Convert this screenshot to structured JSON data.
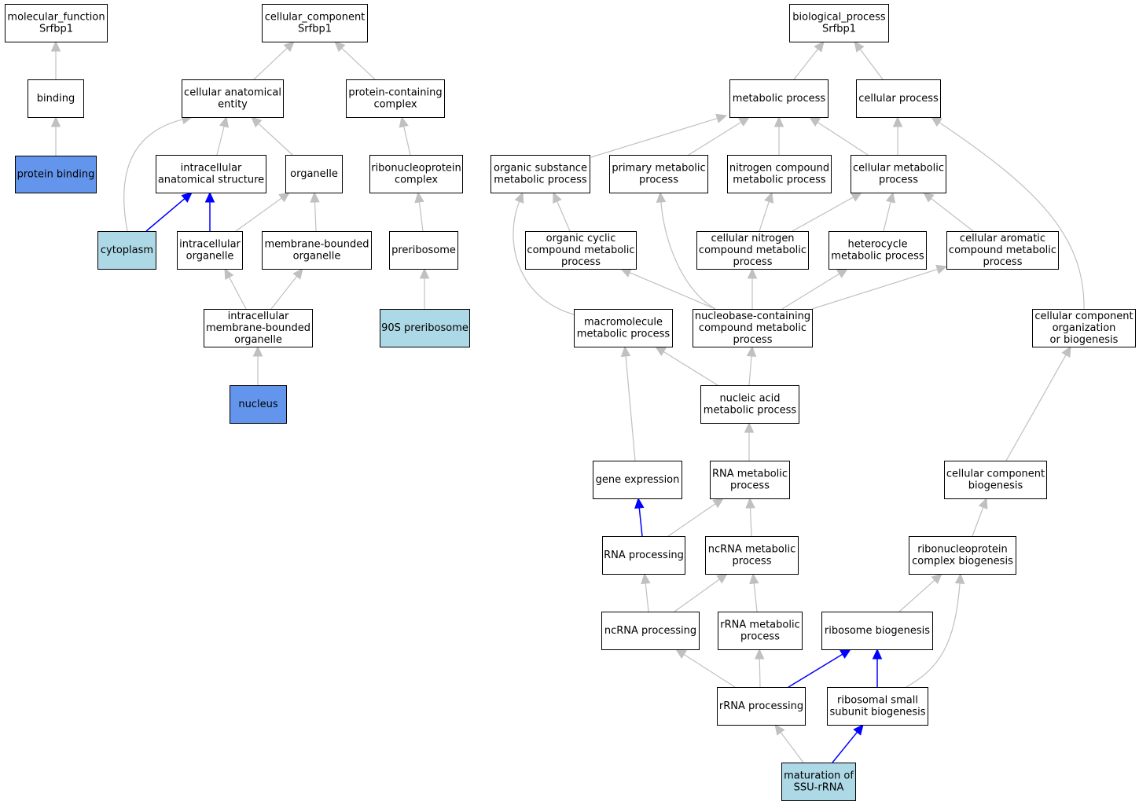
{
  "colors": {
    "edge_default": "#c0c0c0",
    "edge_highlight": "#0000ff",
    "node_default": "#ffffff",
    "node_annotated_light": "#add8e6",
    "node_annotated_dark": "#6495ed",
    "node_border": "#000000"
  },
  "nodes": {
    "mf_root": {
      "lines": [
        "molecular_function",
        "Srfbp1"
      ],
      "fill": "node_default"
    },
    "binding": {
      "lines": [
        "binding"
      ],
      "fill": "node_default"
    },
    "protein_binding": {
      "lines": [
        "protein binding"
      ],
      "fill": "node_annotated_dark"
    },
    "cc_root": {
      "lines": [
        "cellular_component",
        "Srfbp1"
      ],
      "fill": "node_default"
    },
    "cellular_anatomical_entity": {
      "lines": [
        "cellular anatomical",
        "entity"
      ],
      "fill": "node_default"
    },
    "protein_containing_complex": {
      "lines": [
        "protein-containing",
        "complex"
      ],
      "fill": "node_default"
    },
    "intracellular_anatomical_structure": {
      "lines": [
        "intracellular",
        "anatomical structure"
      ],
      "fill": "node_default"
    },
    "organelle": {
      "lines": [
        "organelle"
      ],
      "fill": "node_default"
    },
    "ribonucleoprotein_complex": {
      "lines": [
        "ribonucleoprotein",
        "complex"
      ],
      "fill": "node_default"
    },
    "cytoplasm": {
      "lines": [
        "cytoplasm"
      ],
      "fill": "node_annotated_light"
    },
    "intracellular_organelle": {
      "lines": [
        "intracellular",
        "organelle"
      ],
      "fill": "node_default"
    },
    "membrane_bounded_organelle": {
      "lines": [
        "membrane-bounded",
        "organelle"
      ],
      "fill": "node_default"
    },
    "preribosome": {
      "lines": [
        "preribosome"
      ],
      "fill": "node_default"
    },
    "intracellular_membrane_bounded_organelle": {
      "lines": [
        "intracellular",
        "membrane-bounded",
        "organelle"
      ],
      "fill": "node_default"
    },
    "preribosome_90s": {
      "lines": [
        "90S preribosome"
      ],
      "fill": "node_annotated_light"
    },
    "nucleus": {
      "lines": [
        "nucleus"
      ],
      "fill": "node_annotated_dark"
    },
    "bp_root": {
      "lines": [
        "biological_process",
        "Srfbp1"
      ],
      "fill": "node_default"
    },
    "metabolic_process": {
      "lines": [
        "metabolic process"
      ],
      "fill": "node_default"
    },
    "cellular_process": {
      "lines": [
        "cellular process"
      ],
      "fill": "node_default"
    },
    "organic_substance_metabolic_process": {
      "lines": [
        "organic substance",
        "metabolic process"
      ],
      "fill": "node_default"
    },
    "primary_metabolic_process": {
      "lines": [
        "primary metabolic",
        "process"
      ],
      "fill": "node_default"
    },
    "nitrogen_compound_metabolic_process": {
      "lines": [
        "nitrogen compound",
        "metabolic process"
      ],
      "fill": "node_default"
    },
    "cellular_metabolic_process": {
      "lines": [
        "cellular metabolic",
        "process"
      ],
      "fill": "node_default"
    },
    "organic_cyclic_compound_metabolic_process": {
      "lines": [
        "organic cyclic",
        "compound metabolic",
        "process"
      ],
      "fill": "node_default"
    },
    "cellular_nitrogen_compound_metabolic_process": {
      "lines": [
        "cellular nitrogen",
        "compound metabolic",
        "process"
      ],
      "fill": "node_default"
    },
    "heterocycle_metabolic_process": {
      "lines": [
        "heterocycle",
        "metabolic process"
      ],
      "fill": "node_default"
    },
    "cellular_aromatic_compound_metabolic_process": {
      "lines": [
        "cellular aromatic",
        "compound metabolic",
        "process"
      ],
      "fill": "node_default"
    },
    "macromolecule_metabolic_process": {
      "lines": [
        "macromolecule",
        "metabolic process"
      ],
      "fill": "node_default"
    },
    "nucleobase_containing_compound_metabolic_process": {
      "lines": [
        "nucleobase-containing",
        "compound metabolic",
        "process"
      ],
      "fill": "node_default"
    },
    "cellular_component_organization_or_biogenesis": {
      "lines": [
        "cellular component",
        "organization",
        "or biogenesis"
      ],
      "fill": "node_default"
    },
    "nucleic_acid_metabolic_process": {
      "lines": [
        "nucleic acid",
        "metabolic process"
      ],
      "fill": "node_default"
    },
    "gene_expression": {
      "lines": [
        "gene expression"
      ],
      "fill": "node_default"
    },
    "rna_metabolic_process": {
      "lines": [
        "RNA metabolic",
        "process"
      ],
      "fill": "node_default"
    },
    "cellular_component_biogenesis": {
      "lines": [
        "cellular component",
        "biogenesis"
      ],
      "fill": "node_default"
    },
    "rna_processing": {
      "lines": [
        "RNA processing"
      ],
      "fill": "node_default"
    },
    "ncrna_metabolic_process": {
      "lines": [
        "ncRNA metabolic",
        "process"
      ],
      "fill": "node_default"
    },
    "ribonucleoprotein_complex_biogenesis": {
      "lines": [
        "ribonucleoprotein",
        "complex biogenesis"
      ],
      "fill": "node_default"
    },
    "ncrna_processing": {
      "lines": [
        "ncRNA processing"
      ],
      "fill": "node_default"
    },
    "rrna_metabolic_process": {
      "lines": [
        "rRNA metabolic",
        "process"
      ],
      "fill": "node_default"
    },
    "ribosome_biogenesis": {
      "lines": [
        "ribosome biogenesis"
      ],
      "fill": "node_default"
    },
    "rrna_processing": {
      "lines": [
        "rRNA processing"
      ],
      "fill": "node_default"
    },
    "ribosomal_small_subunit_biogenesis": {
      "lines": [
        "ribosomal small",
        "subunit biogenesis"
      ],
      "fill": "node_default"
    },
    "maturation_of_ssu_rrna": {
      "lines": [
        "maturation of",
        "SSU-rRNA"
      ],
      "fill": "node_annotated_light"
    }
  },
  "edges": [
    {
      "from": "binding",
      "to": "mf_root",
      "color": "edge_default"
    },
    {
      "from": "protein_binding",
      "to": "binding",
      "color": "edge_default"
    },
    {
      "from": "cellular_anatomical_entity",
      "to": "cc_root",
      "color": "edge_default"
    },
    {
      "from": "protein_containing_complex",
      "to": "cc_root",
      "color": "edge_default"
    },
    {
      "from": "intracellular_anatomical_structure",
      "to": "cellular_anatomical_entity",
      "color": "edge_default"
    },
    {
      "from": "organelle",
      "to": "cellular_anatomical_entity",
      "color": "edge_default"
    },
    {
      "from": "cytoplasm",
      "to": "cellular_anatomical_entity",
      "color": "edge_default"
    },
    {
      "from": "ribonucleoprotein_complex",
      "to": "protein_containing_complex",
      "color": "edge_default"
    },
    {
      "from": "cytoplasm",
      "to": "intracellular_anatomical_structure",
      "color": "edge_highlight"
    },
    {
      "from": "intracellular_organelle",
      "to": "intracellular_anatomical_structure",
      "color": "edge_highlight"
    },
    {
      "from": "intracellular_organelle",
      "to": "organelle",
      "color": "edge_default"
    },
    {
      "from": "membrane_bounded_organelle",
      "to": "organelle",
      "color": "edge_default"
    },
    {
      "from": "preribosome",
      "to": "ribonucleoprotein_complex",
      "color": "edge_default"
    },
    {
      "from": "intracellular_membrane_bounded_organelle",
      "to": "intracellular_organelle",
      "color": "edge_default"
    },
    {
      "from": "intracellular_membrane_bounded_organelle",
      "to": "membrane_bounded_organelle",
      "color": "edge_default"
    },
    {
      "from": "preribosome_90s",
      "to": "preribosome",
      "color": "edge_default"
    },
    {
      "from": "nucleus",
      "to": "intracellular_membrane_bounded_organelle",
      "color": "edge_default"
    },
    {
      "from": "metabolic_process",
      "to": "bp_root",
      "color": "edge_default"
    },
    {
      "from": "cellular_process",
      "to": "bp_root",
      "color": "edge_default"
    },
    {
      "from": "organic_substance_metabolic_process",
      "to": "metabolic_process",
      "color": "edge_default"
    },
    {
      "from": "primary_metabolic_process",
      "to": "metabolic_process",
      "color": "edge_default"
    },
    {
      "from": "nitrogen_compound_metabolic_process",
      "to": "metabolic_process",
      "color": "edge_default"
    },
    {
      "from": "cellular_metabolic_process",
      "to": "metabolic_process",
      "color": "edge_default"
    },
    {
      "from": "cellular_metabolic_process",
      "to": "cellular_process",
      "color": "edge_default"
    },
    {
      "from": "cellular_component_organization_or_biogenesis",
      "to": "cellular_process",
      "color": "edge_default"
    },
    {
      "from": "organic_cyclic_compound_metabolic_process",
      "to": "organic_substance_metabolic_process",
      "color": "edge_default"
    },
    {
      "from": "macromolecule_metabolic_process",
      "to": "organic_substance_metabolic_process",
      "color": "edge_default"
    },
    {
      "from": "nucleobase_containing_compound_metabolic_process",
      "to": "primary_metabolic_process",
      "color": "edge_default"
    },
    {
      "from": "cellular_nitrogen_compound_metabolic_process",
      "to": "nitrogen_compound_metabolic_process",
      "color": "edge_default"
    },
    {
      "from": "cellular_nitrogen_compound_metabolic_process",
      "to": "cellular_metabolic_process",
      "color": "edge_default"
    },
    {
      "from": "heterocycle_metabolic_process",
      "to": "cellular_metabolic_process",
      "color": "edge_default"
    },
    {
      "from": "cellular_aromatic_compound_metabolic_process",
      "to": "cellular_metabolic_process",
      "color": "edge_default"
    },
    {
      "from": "nucleobase_containing_compound_metabolic_process",
      "to": "organic_cyclic_compound_metabolic_process",
      "color": "edge_default"
    },
    {
      "from": "nucleobase_containing_compound_metabolic_process",
      "to": "cellular_nitrogen_compound_metabolic_process",
      "color": "edge_default"
    },
    {
      "from": "nucleobase_containing_compound_metabolic_process",
      "to": "heterocycle_metabolic_process",
      "color": "edge_default"
    },
    {
      "from": "nucleobase_containing_compound_metabolic_process",
      "to": "cellular_aromatic_compound_metabolic_process",
      "color": "edge_default"
    },
    {
      "from": "nucleic_acid_metabolic_process",
      "to": "macromolecule_metabolic_process",
      "color": "edge_default"
    },
    {
      "from": "nucleic_acid_metabolic_process",
      "to": "nucleobase_containing_compound_metabolic_process",
      "color": "edge_default"
    },
    {
      "from": "gene_expression",
      "to": "macromolecule_metabolic_process",
      "color": "edge_default"
    },
    {
      "from": "rna_metabolic_process",
      "to": "nucleic_acid_metabolic_process",
      "color": "edge_default"
    },
    {
      "from": "cellular_component_biogenesis",
      "to": "cellular_component_organization_or_biogenesis",
      "color": "edge_default"
    },
    {
      "from": "rna_processing",
      "to": "gene_expression",
      "color": "edge_highlight"
    },
    {
      "from": "rna_processing",
      "to": "rna_metabolic_process",
      "color": "edge_default"
    },
    {
      "from": "ncrna_metabolic_process",
      "to": "rna_metabolic_process",
      "color": "edge_default"
    },
    {
      "from": "ribonucleoprotein_complex_biogenesis",
      "to": "cellular_component_biogenesis",
      "color": "edge_default"
    },
    {
      "from": "ncrna_processing",
      "to": "rna_processing",
      "color": "edge_default"
    },
    {
      "from": "ncrna_processing",
      "to": "ncrna_metabolic_process",
      "color": "edge_default"
    },
    {
      "from": "rrna_metabolic_process",
      "to": "ncrna_metabolic_process",
      "color": "edge_default"
    },
    {
      "from": "ribosome_biogenesis",
      "to": "ribonucleoprotein_complex_biogenesis",
      "color": "edge_default"
    },
    {
      "from": "ribosomal_small_subunit_biogenesis",
      "to": "ribonucleoprotein_complex_biogenesis",
      "color": "edge_default"
    },
    {
      "from": "rrna_processing",
      "to": "ncrna_processing",
      "color": "edge_default"
    },
    {
      "from": "rrna_processing",
      "to": "rrna_metabolic_process",
      "color": "edge_default"
    },
    {
      "from": "rrna_processing",
      "to": "ribosome_biogenesis",
      "color": "edge_highlight"
    },
    {
      "from": "ribosomal_small_subunit_biogenesis",
      "to": "ribosome_biogenesis",
      "color": "edge_highlight"
    },
    {
      "from": "maturation_of_ssu_rrna",
      "to": "rrna_processing",
      "color": "edge_default"
    },
    {
      "from": "maturation_of_ssu_rrna",
      "to": "ribosomal_small_subunit_biogenesis",
      "color": "edge_highlight"
    }
  ]
}
